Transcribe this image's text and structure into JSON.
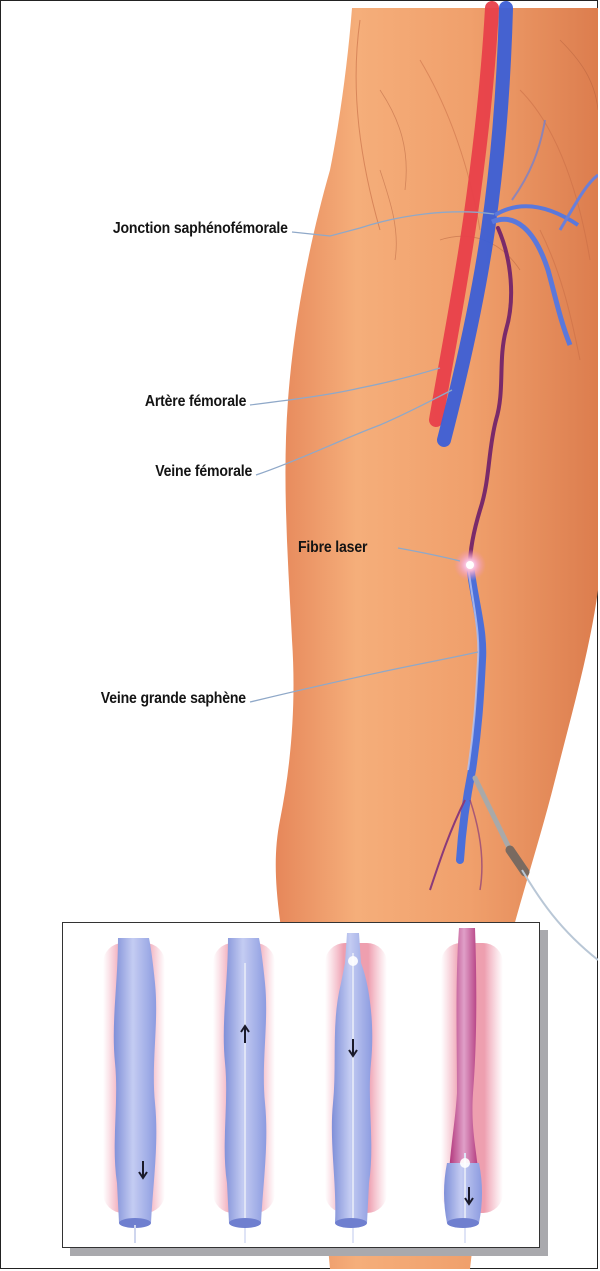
{
  "labels": {
    "saphenofemoral_junction": "Jonction saphénofémorale",
    "femoral_artery": "Artère fémorale",
    "femoral_vein": "Veine fémorale",
    "laser_fiber": "Fibre laser",
    "great_saphenous_vein": "Veine grande saphène"
  },
  "colors": {
    "skin": "#f2a06a",
    "skin_shadow": "#d9794a",
    "artery": "#e8404a",
    "vein": "#3c5fd6",
    "saphenous": "#7a2a6a",
    "leader_line": "#8fa8c8",
    "vein_pale": "#b9c3ee"
  },
  "inset": {
    "panels": 4,
    "arrows": [
      "down",
      "up",
      "down",
      "down"
    ]
  }
}
